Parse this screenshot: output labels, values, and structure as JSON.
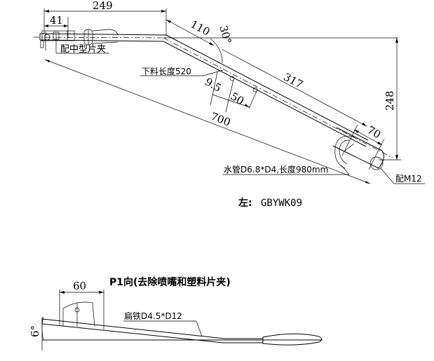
{
  "top_view": {
    "dims": {
      "d249": "249",
      "d41": "41",
      "d110": "110",
      "d30": "30°",
      "d317": "317",
      "d248": "248",
      "d9_5": "9.5",
      "d50": "50",
      "d70": "70",
      "d700": "700"
    },
    "notes": {
      "clip": "配中型片夹",
      "cut_length": "下料长度520",
      "water_pipe": "水管D6.8*D4,长度980mm",
      "nut": "配M12"
    },
    "part_label_prefix": "左:",
    "part_label_code": "GBYWK09"
  },
  "side_view": {
    "title": "P1向(去除喷嘴和塑料片夹)",
    "d60": "60",
    "d6": "6°",
    "flat_iron": "扁铁D4.5*D12"
  }
}
